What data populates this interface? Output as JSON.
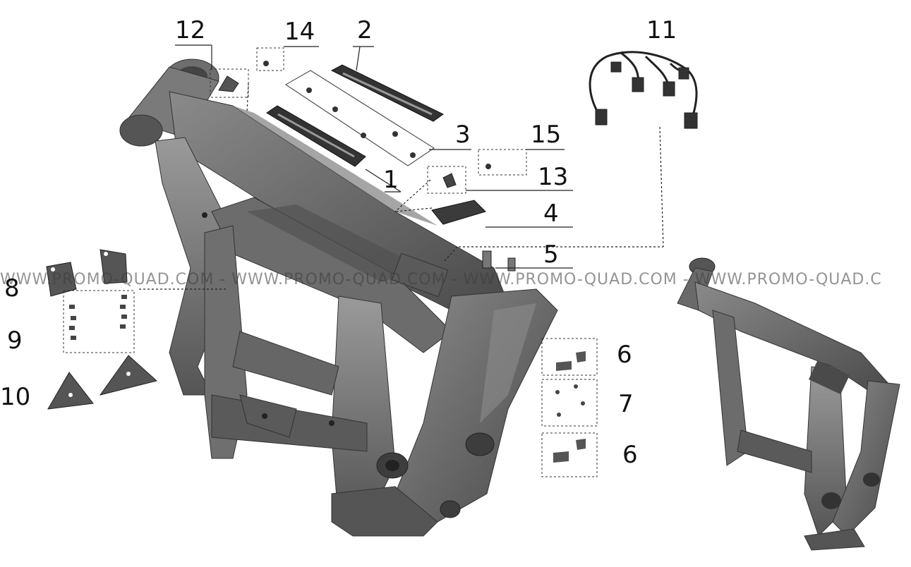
{
  "colors": {
    "frame_dark": "#5d5d5d",
    "frame_mid": "#7a7a7a",
    "frame_light": "#9a9a9a",
    "frame_shadow": "#3f3f3f",
    "line": "#222222"
  },
  "watermark": "WWW.PROMO-QUAD.COM - WWW.PROMO-QUAD.COM - WWW.PROMO-QUAD.COM - WWW.PROMO-QUAD.C",
  "callouts": [
    {
      "id": "c12",
      "label": "12"
    },
    {
      "id": "c14",
      "label": "14"
    },
    {
      "id": "c2",
      "label": "2"
    },
    {
      "id": "c11",
      "label": "11"
    },
    {
      "id": "c3",
      "label": "3"
    },
    {
      "id": "c15",
      "label": "15"
    },
    {
      "id": "c1",
      "label": "1"
    },
    {
      "id": "c13",
      "label": "13"
    },
    {
      "id": "c4",
      "label": "4"
    },
    {
      "id": "c5",
      "label": "5"
    },
    {
      "id": "c8",
      "label": "8"
    },
    {
      "id": "c9",
      "label": "9"
    },
    {
      "id": "c10",
      "label": "10"
    },
    {
      "id": "c6a",
      "label": "6"
    },
    {
      "id": "c7",
      "label": "7"
    },
    {
      "id": "c6b",
      "label": "6"
    }
  ]
}
